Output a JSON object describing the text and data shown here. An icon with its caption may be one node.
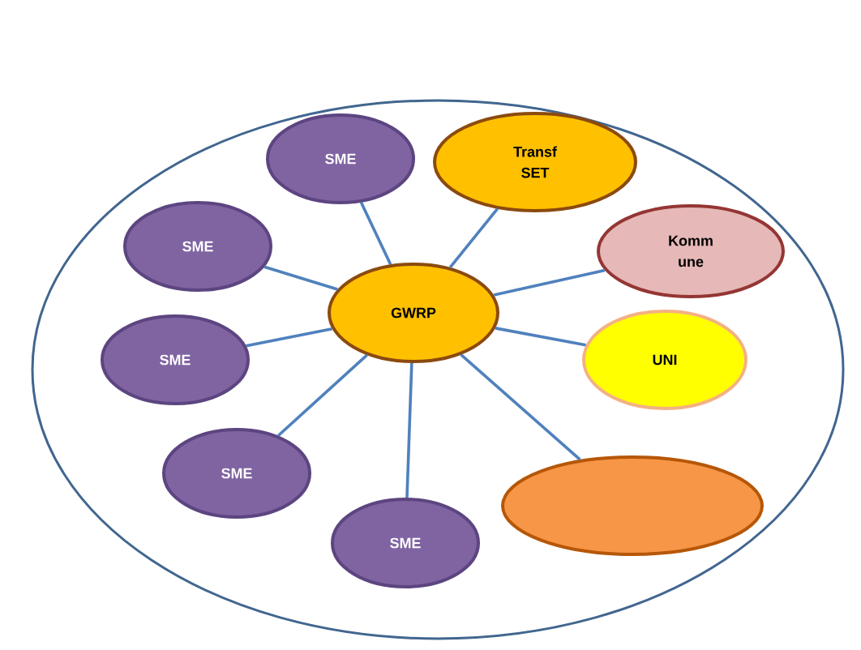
{
  "diagram": {
    "nodes": [
      {
        "text": [],
        "shape": "ellipse"
      },
      {
        "text": [
          "SME"
        ],
        "in": 0
      },
      {
        "text": [
          "Transf SET"
        ],
        "in": 0
      },
      {
        "text": [
          "SME"
        ],
        "in": 0
      },
      {
        "text": [
          "Komm une"
        ],
        "in": 0
      },
      {
        "text": [
          "GWRP"
        ],
        "in": 0
      },
      {
        "text": [
          "SME"
        ],
        "in": 0
      },
      {
        "text": [
          "UNI"
        ],
        "in": 0
      },
      {
        "text": [
          "SME"
        ],
        "in": 0
      },
      {
        "text": [],
        "shape": "ellipse",
        "in": 0
      },
      {
        "text": [
          "SME"
        ],
        "in": 0
      }
    ],
    "edges": [
      {
        "from": 5,
        "to": 1,
        "arrow": "none"
      },
      {
        "from": 5,
        "to": 2,
        "arrow": "none"
      },
      {
        "from": 5,
        "to": 3,
        "arrow": "none"
      },
      {
        "from": 5,
        "to": 4,
        "arrow": "none"
      },
      {
        "from": 5,
        "to": 6,
        "arrow": "none"
      },
      {
        "from": 5,
        "to": 7,
        "arrow": "none"
      },
      {
        "from": 5,
        "to": 8,
        "arrow": "none"
      },
      {
        "from": 5,
        "to": 9,
        "arrow": "none"
      },
      {
        "from": 5,
        "to": 10,
        "arrow": "none"
      }
    ]
  }
}
